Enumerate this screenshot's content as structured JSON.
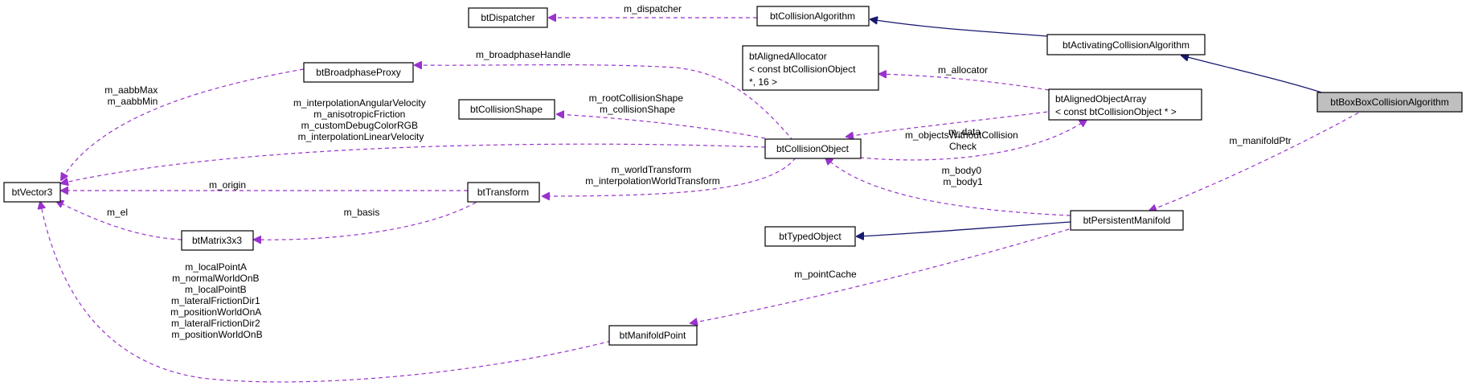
{
  "colors": {
    "composition_edge": "#9a32cd",
    "inheritance_edge": "#191970",
    "focus_fill": "#bfbfbf"
  },
  "nodes": {
    "btDispatcher": "btDispatcher",
    "btCollisionAlgorithm": "btCollisionAlgorithm",
    "btActivatingCollisionAlgorithm": "btActivatingCollisionAlgorithm",
    "btBoxBoxCollisionAlgorithm": "btBoxBoxCollisionAlgorithm",
    "btAlignedAllocator": [
      "btAlignedAllocator",
      "< const btCollisionObject",
      " *, 16 >"
    ],
    "btAlignedObjectArray": [
      "btAlignedObjectArray",
      "< const btCollisionObject * >"
    ],
    "btBroadphaseProxy": "btBroadphaseProxy",
    "btCollisionShape": "btCollisionShape",
    "btCollisionObject": "btCollisionObject",
    "btVector3": "btVector3",
    "btTransform": "btTransform",
    "btMatrix3x3": "btMatrix3x3",
    "btTypedObject": "btTypedObject",
    "btPersistentManifold": "btPersistentManifold",
    "btManifoldPoint": "btManifoldPoint"
  },
  "edge_labels": {
    "m_dispatcher": [
      "m_dispatcher"
    ],
    "m_allocator": [
      "m_allocator"
    ],
    "m_data": [
      "m_data"
    ],
    "m_broadphaseHandle": [
      "m_broadphaseHandle"
    ],
    "vector_broadphase": [
      "m_aabbMax",
      "m_aabbMin"
    ],
    "vector_collisionobject": [
      "m_interpolationAngularVelocity",
      "m_anisotropicFriction",
      "m_customDebugColorRGB",
      "m_interpolationLinearVelocity"
    ],
    "collision_shape": [
      "m_rootCollisionShape",
      "m_collisionShape"
    ],
    "objects_without": [
      "m_objectsWithoutCollision",
      "Check"
    ],
    "world_transform": [
      "m_worldTransform",
      "m_interpolationWorldTransform"
    ],
    "origin": [
      "m_origin"
    ],
    "basis": [
      "m_basis"
    ],
    "el": [
      "m_el"
    ],
    "bodies": [
      "m_body0",
      "m_body1"
    ],
    "manifold_ptr": [
      "m_manifoldPtr"
    ],
    "point_cache": [
      "m_pointCache"
    ],
    "manifold_point": [
      "m_localPointA",
      "m_normalWorldOnB",
      "m_localPointB",
      "m_lateralFrictionDir1",
      "m_positionWorldOnA",
      "m_lateralFrictionDir2",
      "m_positionWorldOnB"
    ]
  }
}
